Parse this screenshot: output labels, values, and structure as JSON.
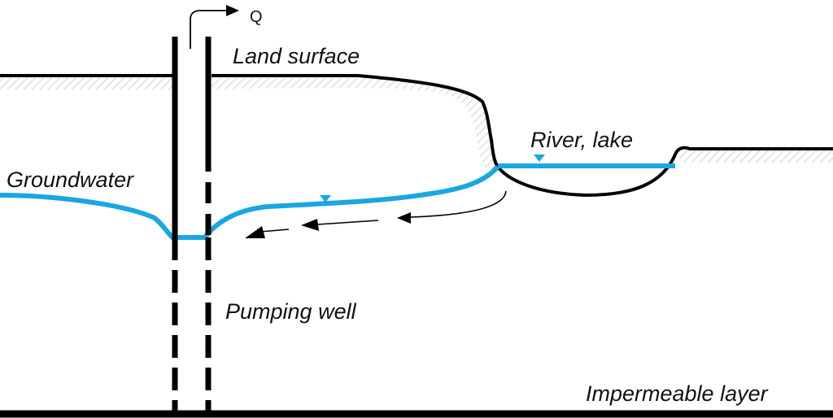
{
  "labels": {
    "discharge": "Q",
    "land_surface": "Land surface",
    "river_lake": "River, lake",
    "groundwater": "Groundwater",
    "pumping_well": "Pumping well",
    "impermeable_layer": "Impermeable layer"
  },
  "colors": {
    "water": "#1aa7e1",
    "line": "#000000",
    "hatch": "#b3b3b3"
  },
  "icons": {
    "water_table_marker": "inverted-triangle",
    "flow_direction": "arrow-left"
  }
}
